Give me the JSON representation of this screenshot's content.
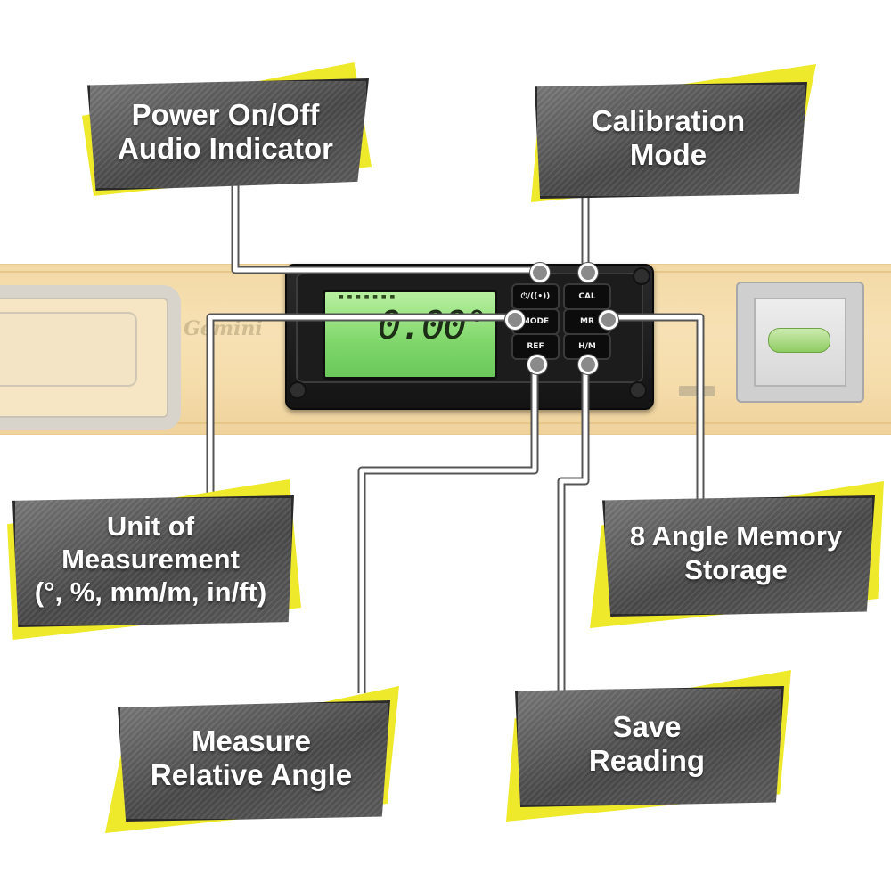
{
  "device": {
    "lcd_value": "0.00°",
    "lcd_small": "■ ■ ■ ■ ■ ■ ■",
    "buttons": {
      "power": "⏻/((•))",
      "cal": "CAL",
      "mode": "MODE",
      "mr": "MR",
      "ref": "REF",
      "hm": "H/M"
    },
    "brand": "Gemini"
  },
  "callouts": {
    "power": {
      "line1": "Power On/Off",
      "line2": "Audio Indicator"
    },
    "calibration": {
      "line1": "Calibration",
      "line2": "Mode"
    },
    "unit": {
      "line1": "Unit of",
      "line2": "Measurement",
      "line3": "(°, %, mm/m, in/ft)"
    },
    "memory": {
      "line1": "8 Angle Memory",
      "line2": "Storage"
    },
    "relative": {
      "line1": "Measure",
      "line2": "Relative Angle"
    },
    "save": {
      "line1": "Save",
      "line2": "Reading"
    }
  },
  "colors": {
    "accent_yellow": "#efe92c",
    "plate_gray": "#5d5d5d",
    "lcd_green": "#7fd66a",
    "level_wood": "#f5dcab"
  }
}
